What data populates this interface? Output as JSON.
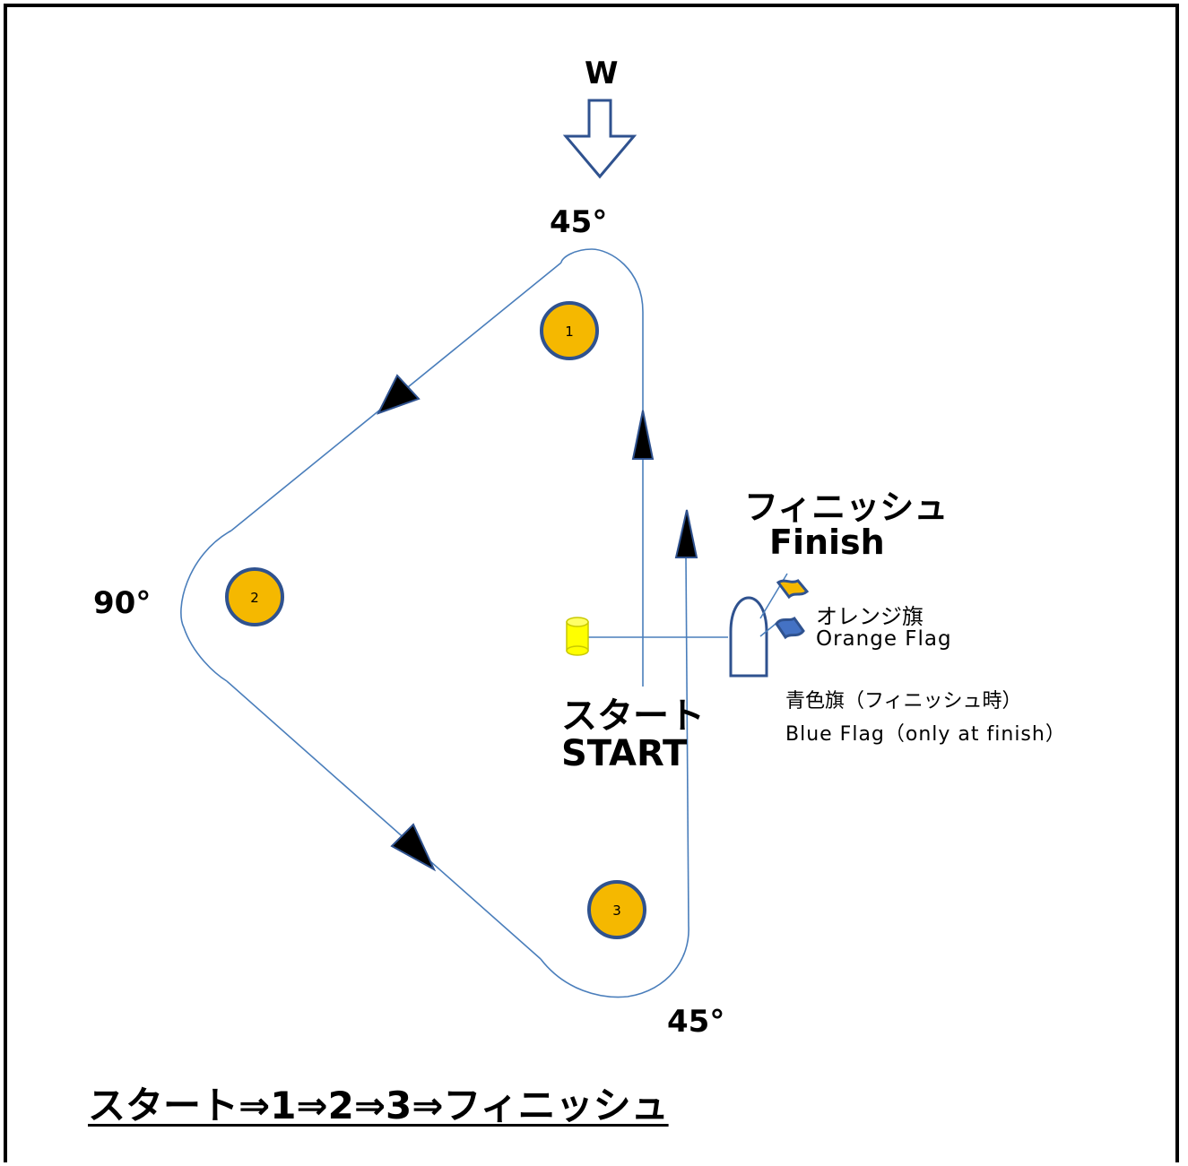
{
  "wind": {
    "label": "W",
    "icon": "wind-direction-arrow-icon"
  },
  "angles": {
    "top": "45°",
    "left": "90°",
    "bottom": "45°"
  },
  "marks": [
    {
      "id": "1",
      "color": "#F5B800"
    },
    {
      "id": "2",
      "color": "#F5B800"
    },
    {
      "id": "3",
      "color": "#F5B800"
    }
  ],
  "finish": {
    "jp": "フィニッシュ",
    "en": "Finish"
  },
  "start": {
    "jp": "スタート",
    "en": "START"
  },
  "flags": {
    "orange_jp": "オレンジ旗",
    "orange_en": "Orange Flag",
    "orange_color": "#F5B800",
    "blue_jp": "青色旗（フィニッシュ時）",
    "blue_en": "Blue Flag（only at finish）",
    "blue_color": "#4472C4"
  },
  "start_buoy_color": "#FFFF00",
  "course_line_color": "#4A7EBB",
  "route": "スタート⇒1⇒2⇒3⇒フィニッシュ"
}
